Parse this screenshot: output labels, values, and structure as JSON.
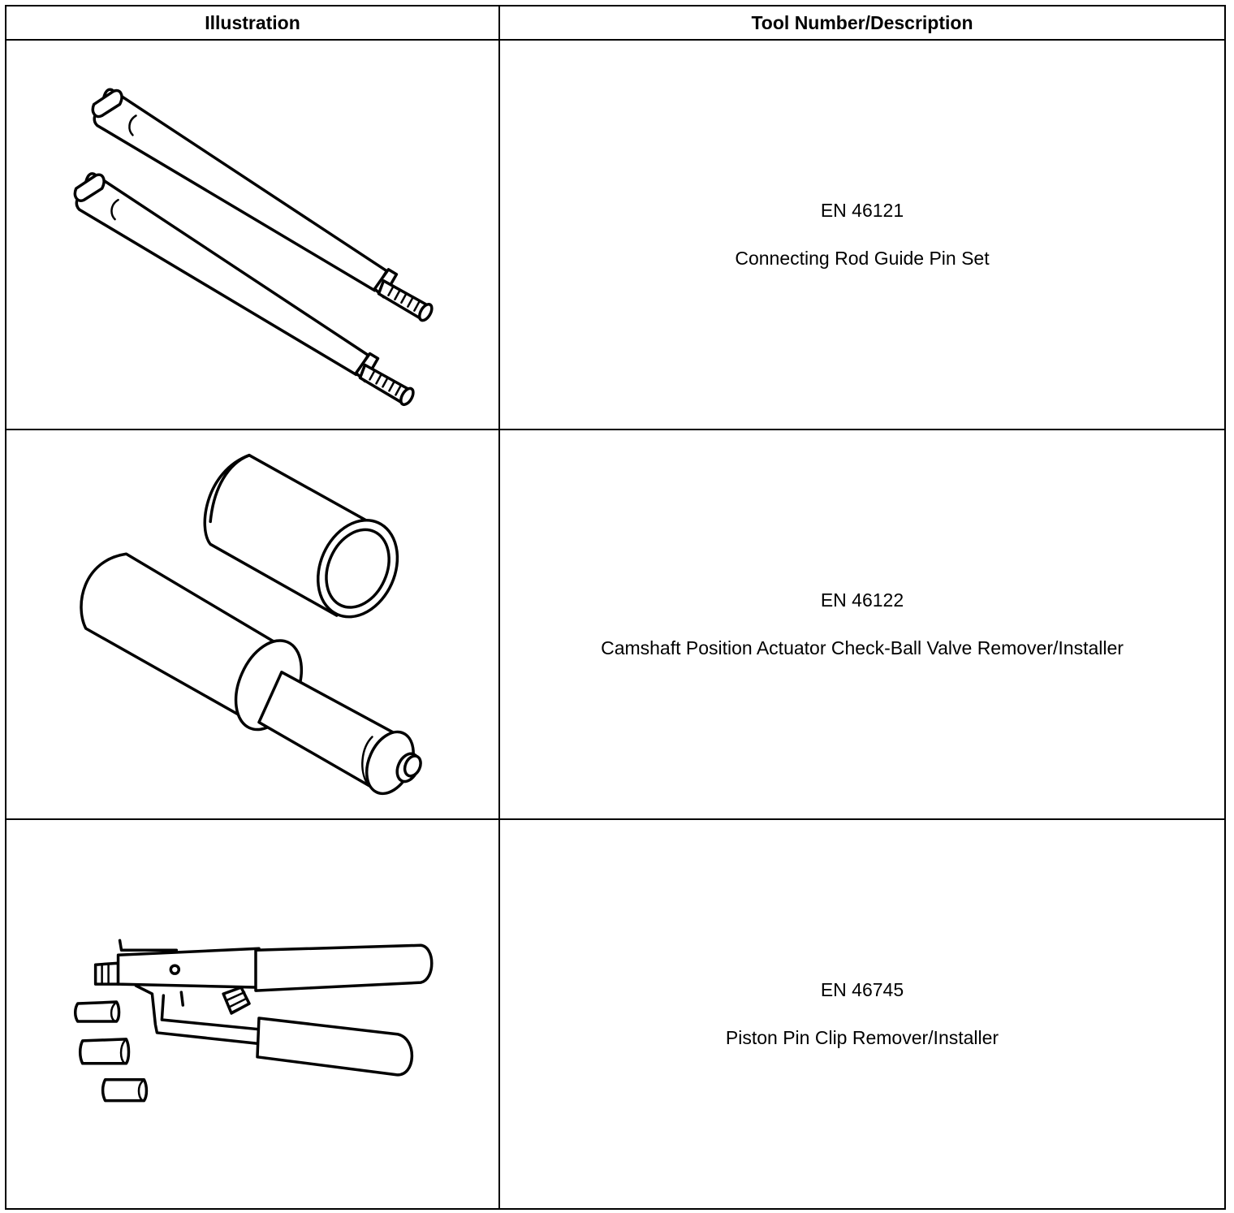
{
  "table": {
    "headers": {
      "illustration": "Illustration",
      "tool": "Tool Number/Description"
    },
    "rows": [
      {
        "number": "EN 46121",
        "description": "Connecting Rod Guide Pin Set",
        "icon": "guide-pin-set-illustration"
      },
      {
        "number": "EN 46122",
        "description": "Camshaft Position Actuator Check-Ball Valve Remover/Installer",
        "icon": "check-ball-valve-tool-illustration"
      },
      {
        "number": "EN 46745",
        "description": "Piston Pin Clip Remover/Installer",
        "icon": "piston-pin-clip-tool-illustration"
      }
    ]
  }
}
